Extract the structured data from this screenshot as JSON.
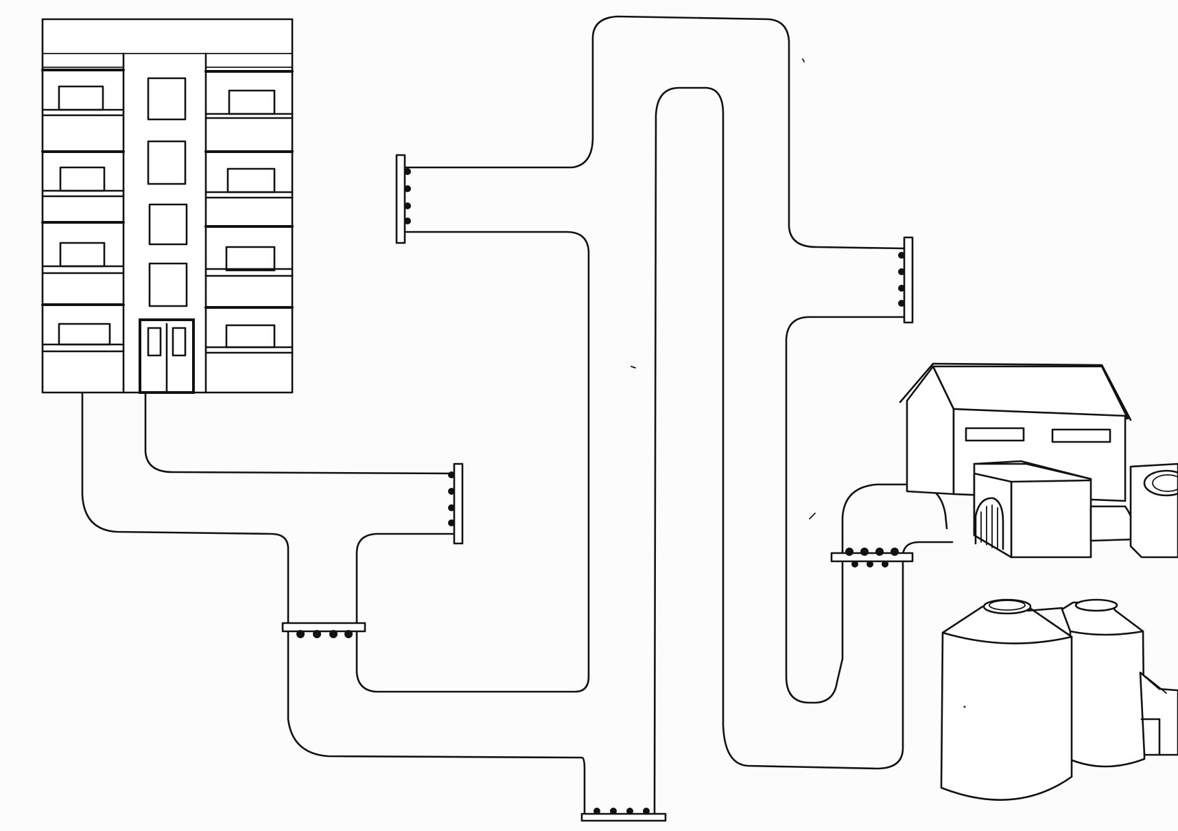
{
  "scene": {
    "style": "black line drawing on white",
    "elements": [
      "apartment-building",
      "sewer-pipe-network",
      "pipe-flanges",
      "treatment-plant-house",
      "storage-tanks"
    ]
  },
  "colors": {
    "line": "#111111",
    "background": "#ffffff"
  }
}
